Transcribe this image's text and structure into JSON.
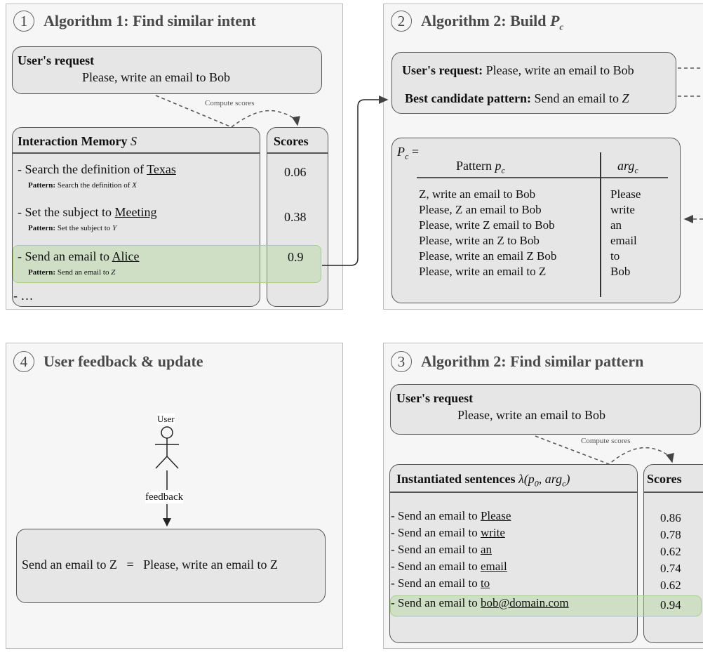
{
  "panel1": {
    "number": "1",
    "title": "Algorithm 1: Find similar intent",
    "request_header": "User's request",
    "request_text": "Please, write an email to Bob",
    "compute_label": "Compute scores",
    "memory_header": "Interaction Memory",
    "memory_symbol": "S",
    "scores_header": "Scores",
    "pattern_prefix": "Pattern:",
    "items": [
      {
        "text": "- Search the definition of ",
        "link": "Texas",
        "pattern": "Search the definition of ",
        "var": "X",
        "score": "0.06"
      },
      {
        "text": "- Set the subject to ",
        "link": "Meeting",
        "pattern": "Set the subject to ",
        "var": "Y",
        "score": "0.38"
      },
      {
        "text": "- Send an email to ",
        "link": "Alice",
        "pattern": "Send an email to ",
        "var": "Z",
        "score": "0.9"
      }
    ],
    "ellipsis": "- …"
  },
  "panel2": {
    "number": "2",
    "title": "Algorithm 2: Build",
    "title_var": "P",
    "title_sub": "c",
    "req_label": "User's request:",
    "req_text": "Please, write an email to Bob",
    "best_label": "Best candidate pattern:",
    "best_text": "Send an email to",
    "best_var": "Z",
    "pc_label": "P",
    "pc_sub": "c",
    "pc_eq": " =",
    "col1_head": "Pattern",
    "col1_var": "p",
    "col1_sub": "c",
    "col2_head": "arg",
    "col2_sub": "c",
    "rows": [
      {
        "pattern": "Z, write an email to Bob",
        "arg": "Please"
      },
      {
        "pattern": "Please, Z an email to Bob",
        "arg": "write"
      },
      {
        "pattern": "Please, write Z email to Bob",
        "arg": "an"
      },
      {
        "pattern": "Please, write an Z to Bob",
        "arg": "email"
      },
      {
        "pattern": "Please, write an email Z Bob",
        "arg": "to"
      },
      {
        "pattern": "Please, write an email to Z",
        "arg": "Bob"
      }
    ]
  },
  "panel3": {
    "number": "3",
    "title": "Algorithm 2: Find similar pattern",
    "request_header": "User's request",
    "request_text": "Please, write an email to Bob",
    "compute_label": "Compute scores",
    "inst_header": "Instantiated sentences",
    "inst_formula": "λ(p0, argc)",
    "scores_header": "Scores",
    "rows": [
      {
        "prefix": "- Send an email to ",
        "link": "Please",
        "score": "0.86"
      },
      {
        "prefix": "- Send an email to ",
        "link": "write",
        "score": "0.78"
      },
      {
        "prefix": "- Send an email to ",
        "link": "an",
        "score": "0.62"
      },
      {
        "prefix": "- Send an email to ",
        "link": "email",
        "score": "0.74"
      },
      {
        "prefix": "- Send an email to ",
        "link": "to",
        "score": "0.62"
      },
      {
        "prefix": "- Send an email to ",
        "link": "bob@domain.com",
        "score": "0.94"
      }
    ]
  },
  "panel4": {
    "number": "4",
    "title": "User feedback & update",
    "user_label": "User",
    "feedback_label": "feedback",
    "equation": "Send an email to Z   =   Please, write an email to Z"
  }
}
